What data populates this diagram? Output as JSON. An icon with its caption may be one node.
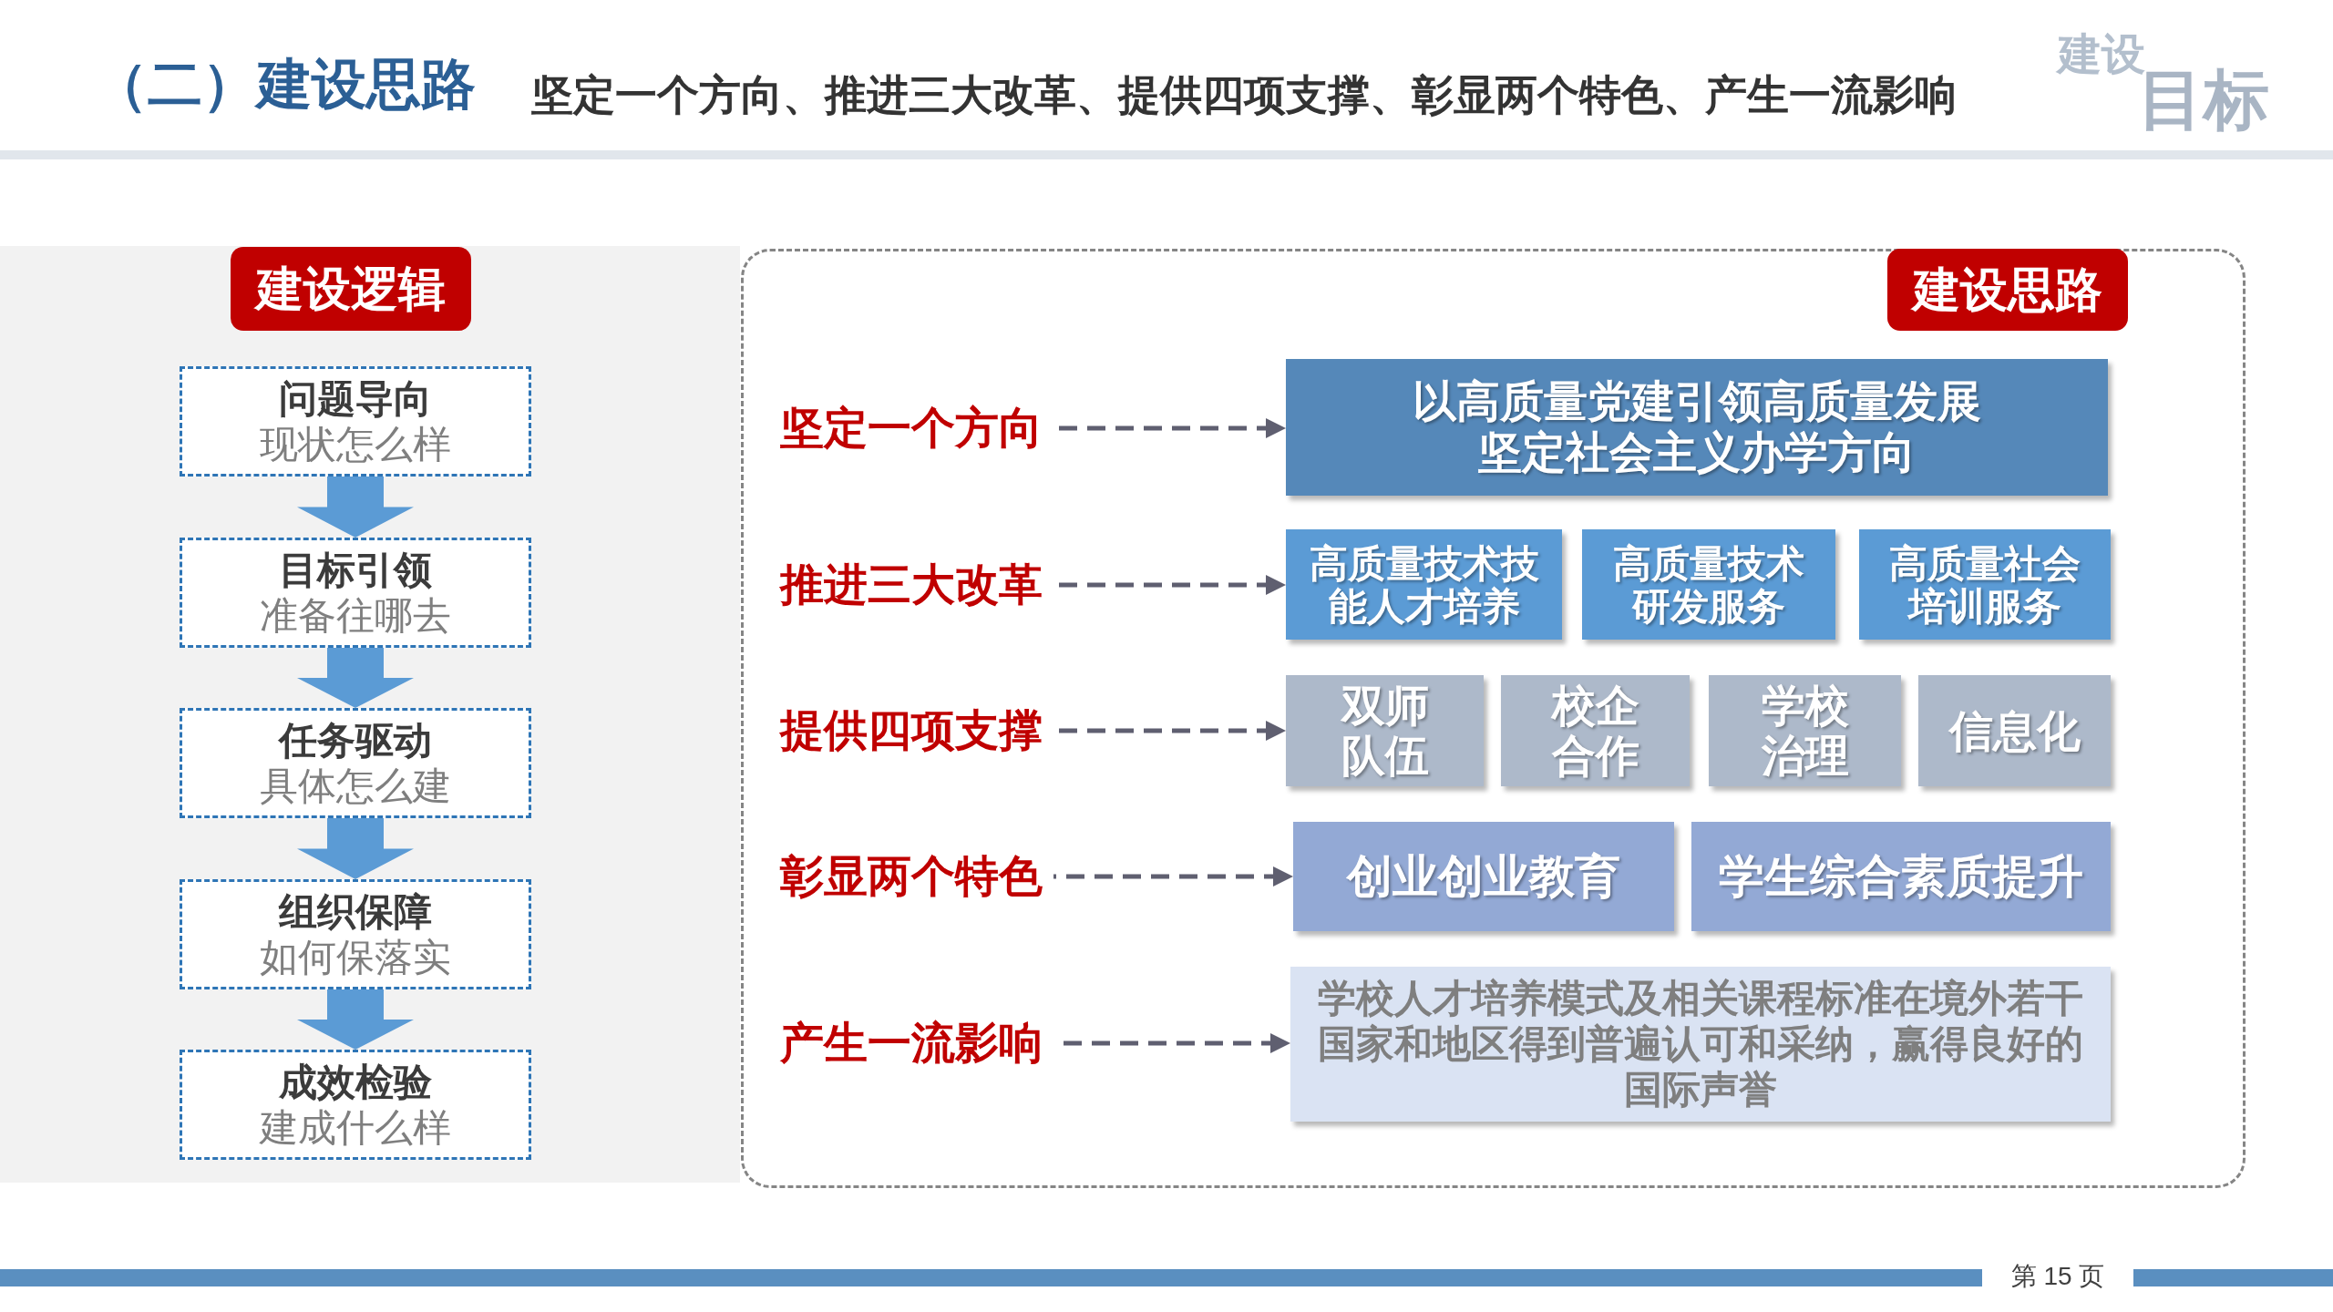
{
  "diagram": {
    "title": "（二）建设思路",
    "nodes": [
      {
        "text": [],
        "shape": "box"
      },
      {
        "text": [
          "建设逻辑"
        ],
        "in": 0
      },
      {
        "text": [
          "问题导向",
          "现状怎么样"
        ],
        "in": 0
      },
      {
        "text": [
          "目标引领",
          "准备往哪去"
        ],
        "in": 0
      },
      {
        "text": [
          "任务驱动",
          "具体怎么建"
        ],
        "in": 0
      },
      {
        "text": [
          "组织保障",
          "如何保落实"
        ],
        "in": 0
      },
      {
        "text": [
          "成效检验",
          "建成什么样"
        ],
        "in": 0
      },
      {
        "text": [],
        "shape": "box"
      },
      {
        "text": [
          "建设思路"
        ],
        "in": 7
      },
      {
        "text": [
          "坚定一个方向"
        ],
        "in": 7
      },
      {
        "text": [
          "以高质量党建引领高质量发展坚定社会主义办学方向"
        ],
        "in": 7
      },
      {
        "text": [
          "推进三大改革"
        ],
        "in": 7
      },
      {
        "text": [
          "高质量技术技能人才培养"
        ],
        "in": 7
      },
      {
        "text": [
          "高质量技术研发服务"
        ],
        "in": 7
      },
      {
        "text": [
          "高质量社会培训服务"
        ],
        "in": 7
      },
      {
        "text": [
          "提供四项支撑"
        ],
        "in": 7
      },
      {
        "text": [
          "双师队伍"
        ],
        "in": 7
      },
      {
        "text": [
          "校企合作"
        ],
        "in": 7
      },
      {
        "text": [
          "学校治理"
        ],
        "in": 7
      },
      {
        "text": [
          "信息化"
        ],
        "in": 7
      },
      {
        "text": [
          "彰显两个特色"
        ],
        "in": 7
      },
      {
        "text": [
          "创业创业教育"
        ],
        "in": 7
      },
      {
        "text": [
          "学生综合素质提升"
        ],
        "in": 7
      },
      {
        "text": [
          "产生一流影响"
        ],
        "in": 7
      },
      {
        "text": [
          "学校人才培养模式及相关课程标准在境外若干国家和地区得到普遍认可和采纳，赢得良好的国际声誉"
        ],
        "in": 7
      }
    ],
    "edges": [
      {
        "from": 2,
        "to": 3,
        "arrow": "to",
        "style": "thick",
        "color": "#5b9bd5"
      },
      {
        "from": 3,
        "to": 4,
        "arrow": "to",
        "style": "thick",
        "color": "#5b9bd5"
      },
      {
        "from": 4,
        "to": 5,
        "arrow": "to",
        "style": "thick",
        "color": "#5b9bd5"
      },
      {
        "from": 5,
        "to": 6,
        "arrow": "to",
        "style": "thick",
        "color": "#5b9bd5"
      },
      {
        "from": 9,
        "to": 10,
        "arrow": "to",
        "style": "dashed"
      },
      {
        "from": 11,
        "to": 12,
        "arrow": "to",
        "style": "dashed"
      },
      {
        "from": 15,
        "to": 16,
        "arrow": "to",
        "style": "dashed"
      },
      {
        "from": 20,
        "to": 21,
        "arrow": "to",
        "style": "dashed"
      },
      {
        "from": 23,
        "to": 24,
        "arrow": "to",
        "style": "dashed"
      }
    ],
    "labels": [
      "坚定一个方向、推进三大改革、提供四项支撑、彰显两个特色、产生一流影响",
      "建设",
      "目标",
      "第 15 页"
    ]
  }
}
